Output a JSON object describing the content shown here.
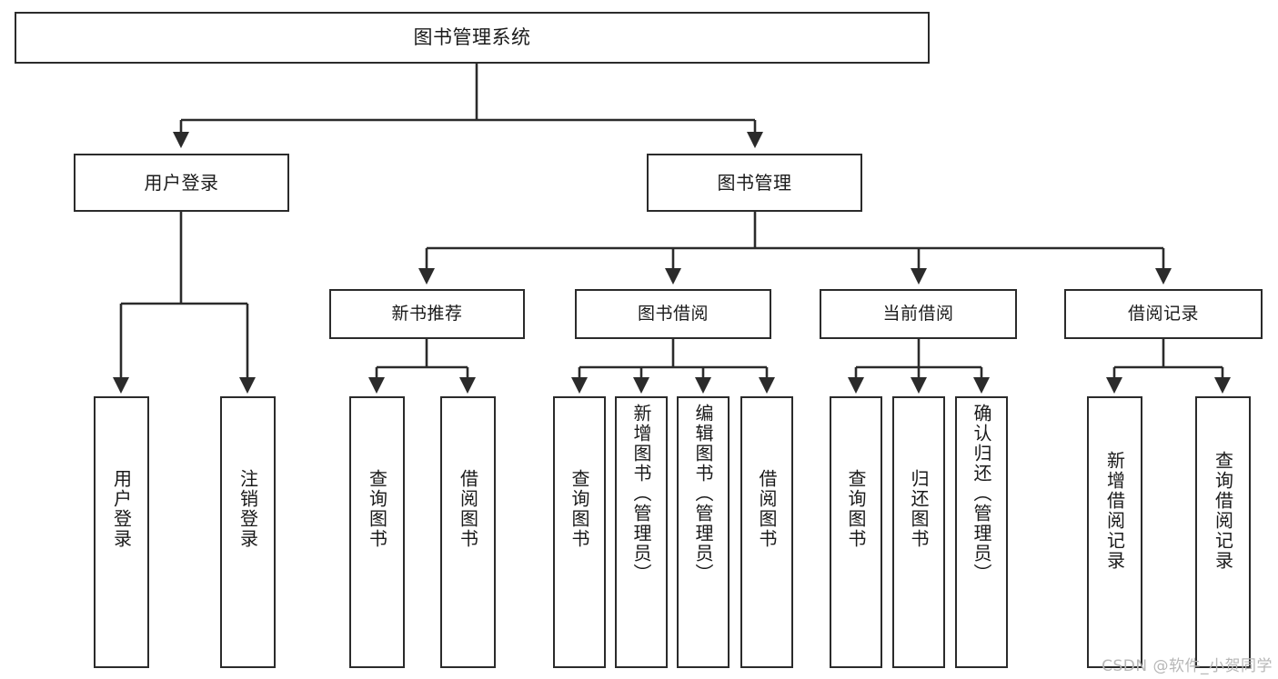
{
  "diagram": {
    "title": "图书管理系统",
    "watermark": "CSDN @软件_小贺同学",
    "root": {
      "label": "图书管理系统"
    },
    "level1": [
      {
        "label": "用户登录"
      },
      {
        "label": "图书管理"
      }
    ],
    "level2": [
      {
        "label": "新书推荐"
      },
      {
        "label": "图书借阅"
      },
      {
        "label": "当前借阅"
      },
      {
        "label": "借阅记录"
      }
    ],
    "leaves": {
      "user_login": [
        {
          "label": "用户登录"
        },
        {
          "label": "注销登录"
        }
      ],
      "new_book": [
        {
          "label": "查询图书"
        },
        {
          "label": "借阅图书"
        }
      ],
      "book_borrow": [
        {
          "label": "查询图书"
        },
        {
          "label": "新增图书（管理员）"
        },
        {
          "label": "编辑图书（管理员）"
        },
        {
          "label": "借阅图书"
        }
      ],
      "current_borrow": [
        {
          "label": "查询图书"
        },
        {
          "label": "归还图书"
        },
        {
          "label": "确认归还（管理员）"
        }
      ],
      "borrow_record": [
        {
          "label": "新增借阅记录"
        },
        {
          "label": "查询借阅记录"
        }
      ]
    }
  }
}
